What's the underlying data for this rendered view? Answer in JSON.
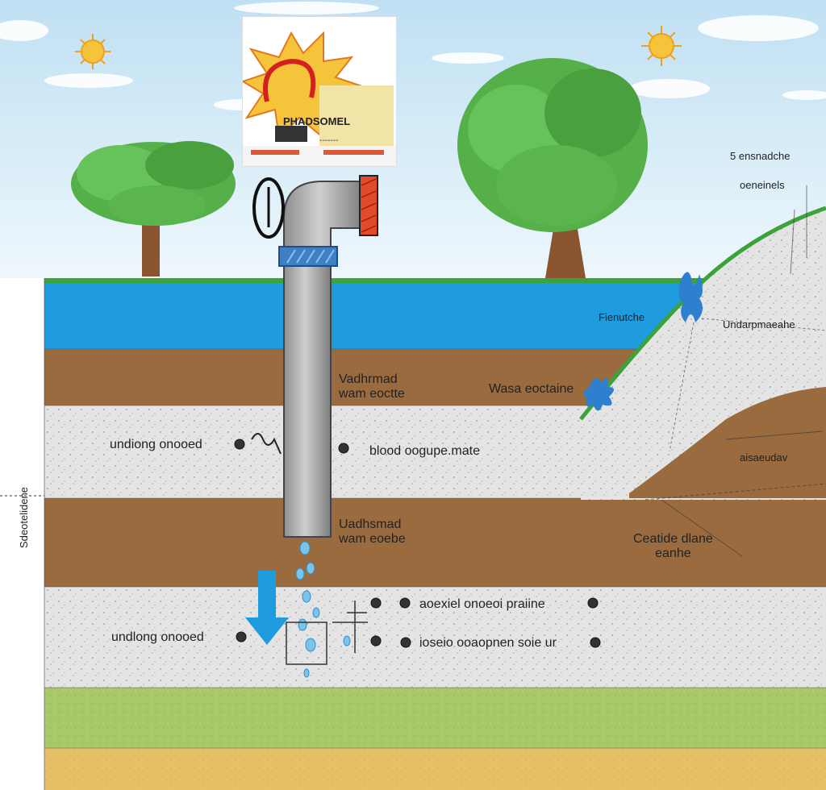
{
  "labels": {
    "sign_title": "PHADSOMEL",
    "sign_subtitle": "-------",
    "top_right_1": "5 ensnadche",
    "top_right_2": "oeneinels",
    "aquifer_left": "Fienutche",
    "aquifer_right": "Undarpmaeahe",
    "layer2_label": "Vadhrmad\nwam eoctte",
    "water_exit": "Wasa eoctaine",
    "layer3_left": "undiong onooed",
    "layer3_right": "blood oogupe.mate",
    "layer4_label": "Uadhsmad\nwam eoebe",
    "slope_mid": "aisaeudav",
    "slope_lower": "Ceatide dlane\neanhe",
    "layer5_left": "undlong onooed",
    "layer5_right_1": "aoexiel onoeoi praiine",
    "layer5_right_2": "ioseio ooaopnen soie ur",
    "left_axis": "Sdeotelidene"
  },
  "colors": {
    "sky": "#d8ecf7",
    "grass": "#3aa33a",
    "water_layer": "#1f9be0",
    "soil_brown": "#9a6b3f",
    "gravel": "#e4e4e4",
    "green_layer": "#a8c86a",
    "sand": "#e6c067",
    "pipe": "#a9a9a9",
    "tree_leaf": "#55b04a",
    "trunk": "#8a5530"
  },
  "icons": [
    "sun-icon",
    "tree-icon",
    "pipe-icon",
    "water-splash-icon",
    "arrow-down-icon",
    "valve-icon"
  ]
}
